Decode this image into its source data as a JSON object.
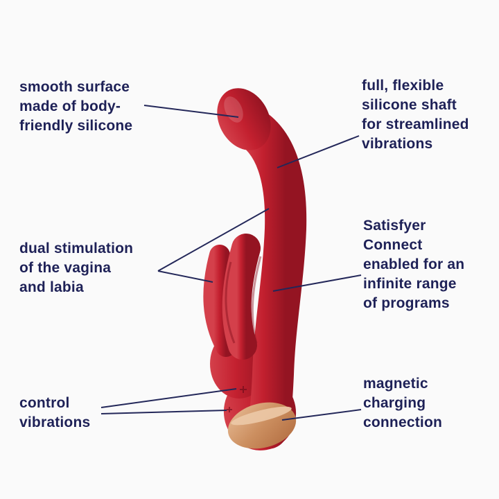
{
  "page": {
    "type": "product-feature-diagram",
    "background": "#fafafa"
  },
  "colors": {
    "text": "#1e2157",
    "callout_line": "#232759",
    "device_red": "#c3202f",
    "device_red_light": "#d4404b",
    "device_red_dark": "#941422",
    "base_copper": "#c98a5d",
    "base_copper_light": "#eccaa8"
  },
  "labels": {
    "smooth_surface": {
      "lines": [
        "smooth surface",
        "made of body-",
        "friendly silicone"
      ]
    },
    "full_flexible": {
      "lines": [
        "full, flexible",
        "silicone shaft",
        "for streamlined",
        "vibrations"
      ]
    },
    "dual_stimulation": {
      "lines": [
        "dual stimulation",
        "of the vagina",
        "and labia"
      ]
    },
    "satisfyer_connect": {
      "lines": [
        "Satisfyer",
        "Connect",
        "enabled for an",
        "infinite range",
        "of programs"
      ]
    },
    "control_vibrations": {
      "lines": [
        "control",
        "vibrations"
      ]
    },
    "magnetic_charging": {
      "lines": [
        "magnetic",
        "charging",
        "connection"
      ]
    }
  }
}
